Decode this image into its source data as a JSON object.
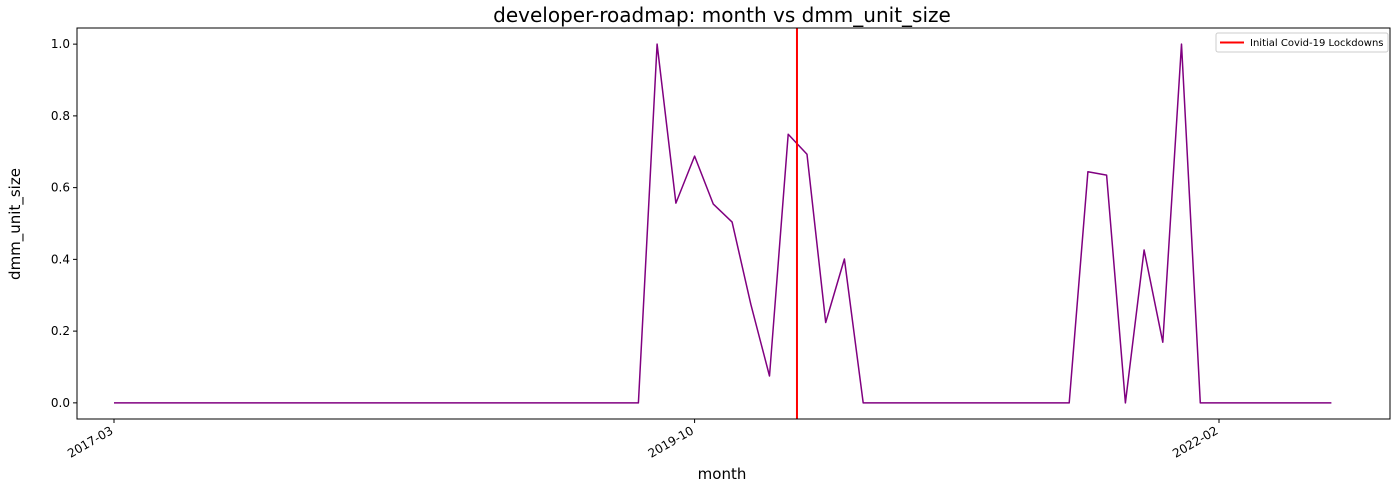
{
  "chart_data": {
    "type": "line",
    "title": "developer-roadmap: month vs dmm_unit_size",
    "xlabel": "month",
    "ylabel": "dmm_unit_size",
    "ylim": [
      -0.045,
      1.045
    ],
    "yticks": [
      "0.0",
      "0.2",
      "0.4",
      "0.6",
      "0.8",
      "1.0"
    ],
    "xticks": [
      "2017-03",
      "2019-10",
      "2022-02"
    ],
    "grid": false,
    "legend_position": "top-right",
    "series": [
      {
        "name": "",
        "color": "#800080",
        "x": [
          "2017-03",
          "2019-07",
          "2019-08",
          "2019-09",
          "2019-10",
          "2019-11",
          "2019-12",
          "2020-01",
          "2020-02",
          "2020-03",
          "2020-04",
          "2020-05",
          "2020-06",
          "2020-07",
          "2020-08",
          "2021-06",
          "2021-07",
          "2021-08",
          "2021-09",
          "2021-10",
          "2021-11",
          "2021-12",
          "2022-01",
          "2022-02",
          "2022-08"
        ],
        "y": [
          0,
          0,
          1.0,
          0.557,
          0.688,
          0.554,
          0.504,
          0.275,
          0.075,
          0.749,
          0.693,
          0.224,
          0.401,
          0,
          0,
          0,
          0.644,
          0.635,
          0,
          0.426,
          0.169,
          1.0,
          0,
          0,
          0
        ]
      }
    ],
    "vlines": [
      {
        "x": "2020-03-15",
        "label": "Initial Covid-19 Lockdowns",
        "color": "#ff0000"
      }
    ]
  }
}
